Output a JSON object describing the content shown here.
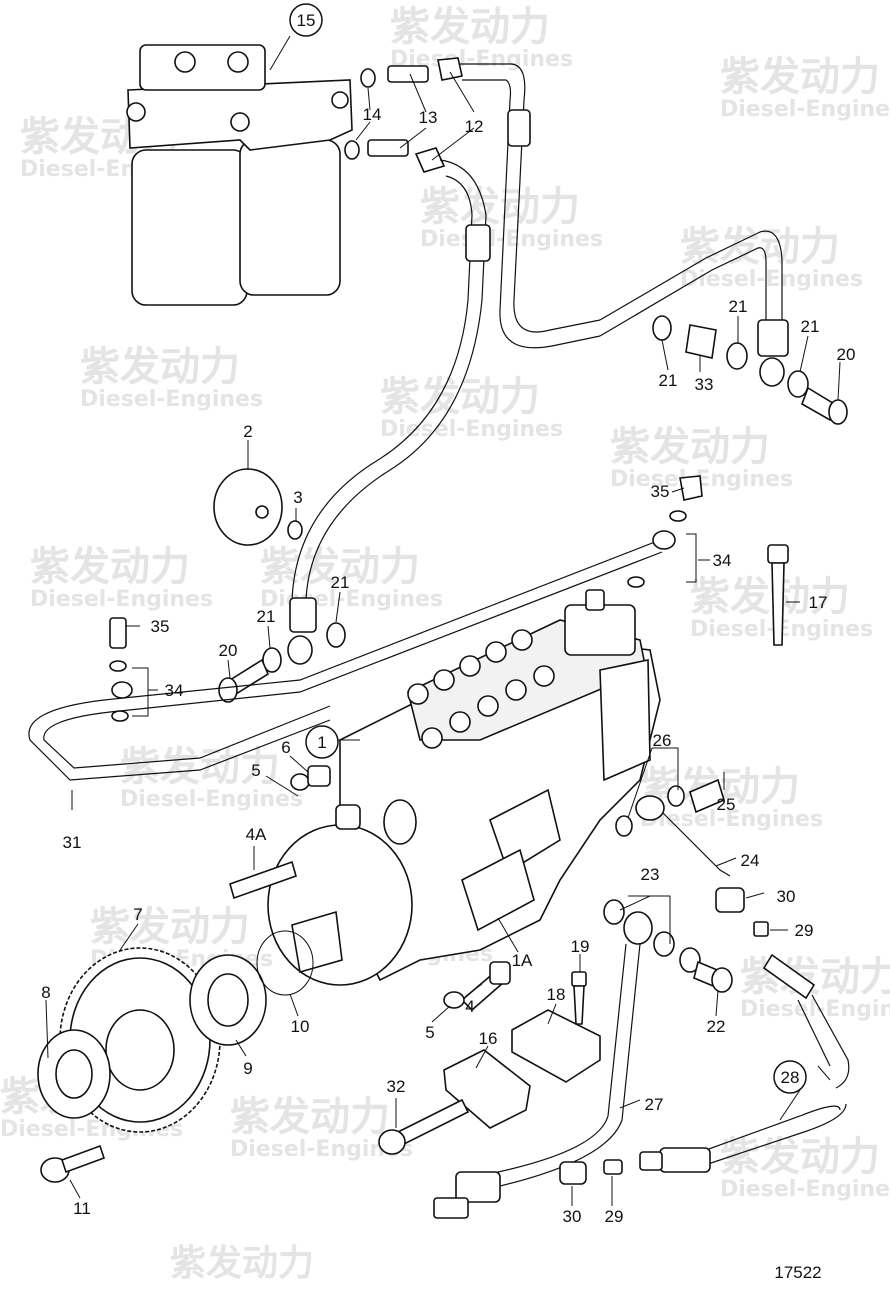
{
  "diagram": {
    "drawing_number": "17522",
    "watermark": {
      "text_cn": "紫发动力",
      "text_en": "Diesel-Engines"
    },
    "callouts": [
      {
        "label": "15",
        "circled": true
      },
      {
        "label": "14"
      },
      {
        "label": "14"
      },
      {
        "label": "13"
      },
      {
        "label": "13"
      },
      {
        "label": "12"
      },
      {
        "label": "12"
      },
      {
        "label": "21"
      },
      {
        "label": "33"
      },
      {
        "label": "21"
      },
      {
        "label": "21"
      },
      {
        "label": "20"
      },
      {
        "label": "2"
      },
      {
        "label": "3"
      },
      {
        "label": "35"
      },
      {
        "label": "34"
      },
      {
        "label": "17"
      },
      {
        "label": "21"
      },
      {
        "label": "21"
      },
      {
        "label": "20"
      },
      {
        "label": "35"
      },
      {
        "label": "34"
      },
      {
        "label": "1",
        "circled": true
      },
      {
        "label": "6"
      },
      {
        "label": "5"
      },
      {
        "label": "31"
      },
      {
        "label": "26"
      },
      {
        "label": "25"
      },
      {
        "label": "24"
      },
      {
        "label": "30"
      },
      {
        "label": "29"
      },
      {
        "label": "4A"
      },
      {
        "label": "7"
      },
      {
        "label": "8"
      },
      {
        "label": "9"
      },
      {
        "label": "10"
      },
      {
        "label": "1A"
      },
      {
        "label": "4"
      },
      {
        "label": "5"
      },
      {
        "label": "23"
      },
      {
        "label": "22"
      },
      {
        "label": "19"
      },
      {
        "label": "18"
      },
      {
        "label": "16"
      },
      {
        "label": "28",
        "circled": true
      },
      {
        "label": "32"
      },
      {
        "label": "27"
      },
      {
        "label": "11"
      },
      {
        "label": "30"
      },
      {
        "label": "29"
      }
    ]
  }
}
